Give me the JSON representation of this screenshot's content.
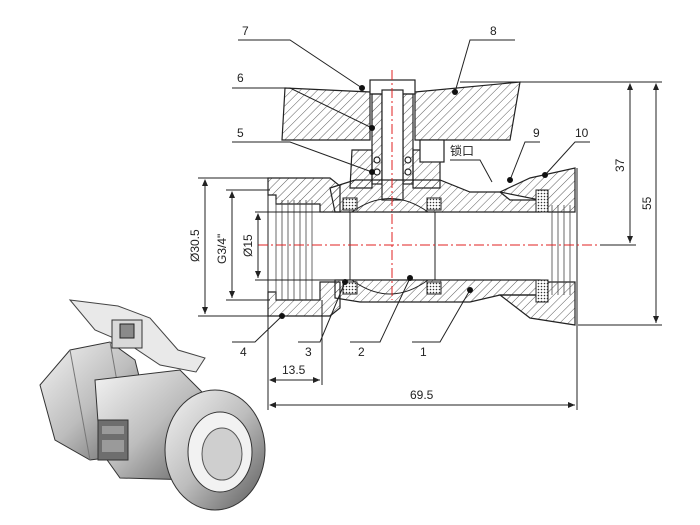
{
  "callouts": [
    "1",
    "2",
    "3",
    "4",
    "5",
    "6",
    "7",
    "8",
    "9",
    "10"
  ],
  "dimensions": {
    "outer_diameter": "Ø30.5",
    "thread": "G3/4\"",
    "bore": "Ø15",
    "end_length": "13.5",
    "overall_length": "69.5",
    "height_to_axis": "37",
    "total_height": "55"
  },
  "note_lock": "锁口",
  "colors": {
    "line": "#222222",
    "center_line": "#e02020"
  }
}
